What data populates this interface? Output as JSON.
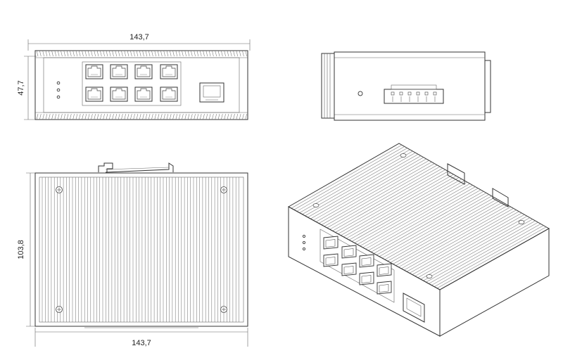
{
  "dimensions": {
    "front_width": "143,7",
    "front_height": "47,7",
    "top_height": "103,8",
    "top_width": "143,7"
  },
  "views": {
    "front": {
      "rj45_ports": 8,
      "sfp_ports": 1,
      "status_leds": 3
    },
    "side": {
      "terminal_block_pins": 6
    },
    "top": {
      "screws": 4
    },
    "isometric": {
      "rj45_ports": 8,
      "sfp_ports": 1,
      "status_leds": 3
    }
  },
  "colors": {
    "line": "#333333",
    "fin": "#777777",
    "background": "#ffffff"
  }
}
